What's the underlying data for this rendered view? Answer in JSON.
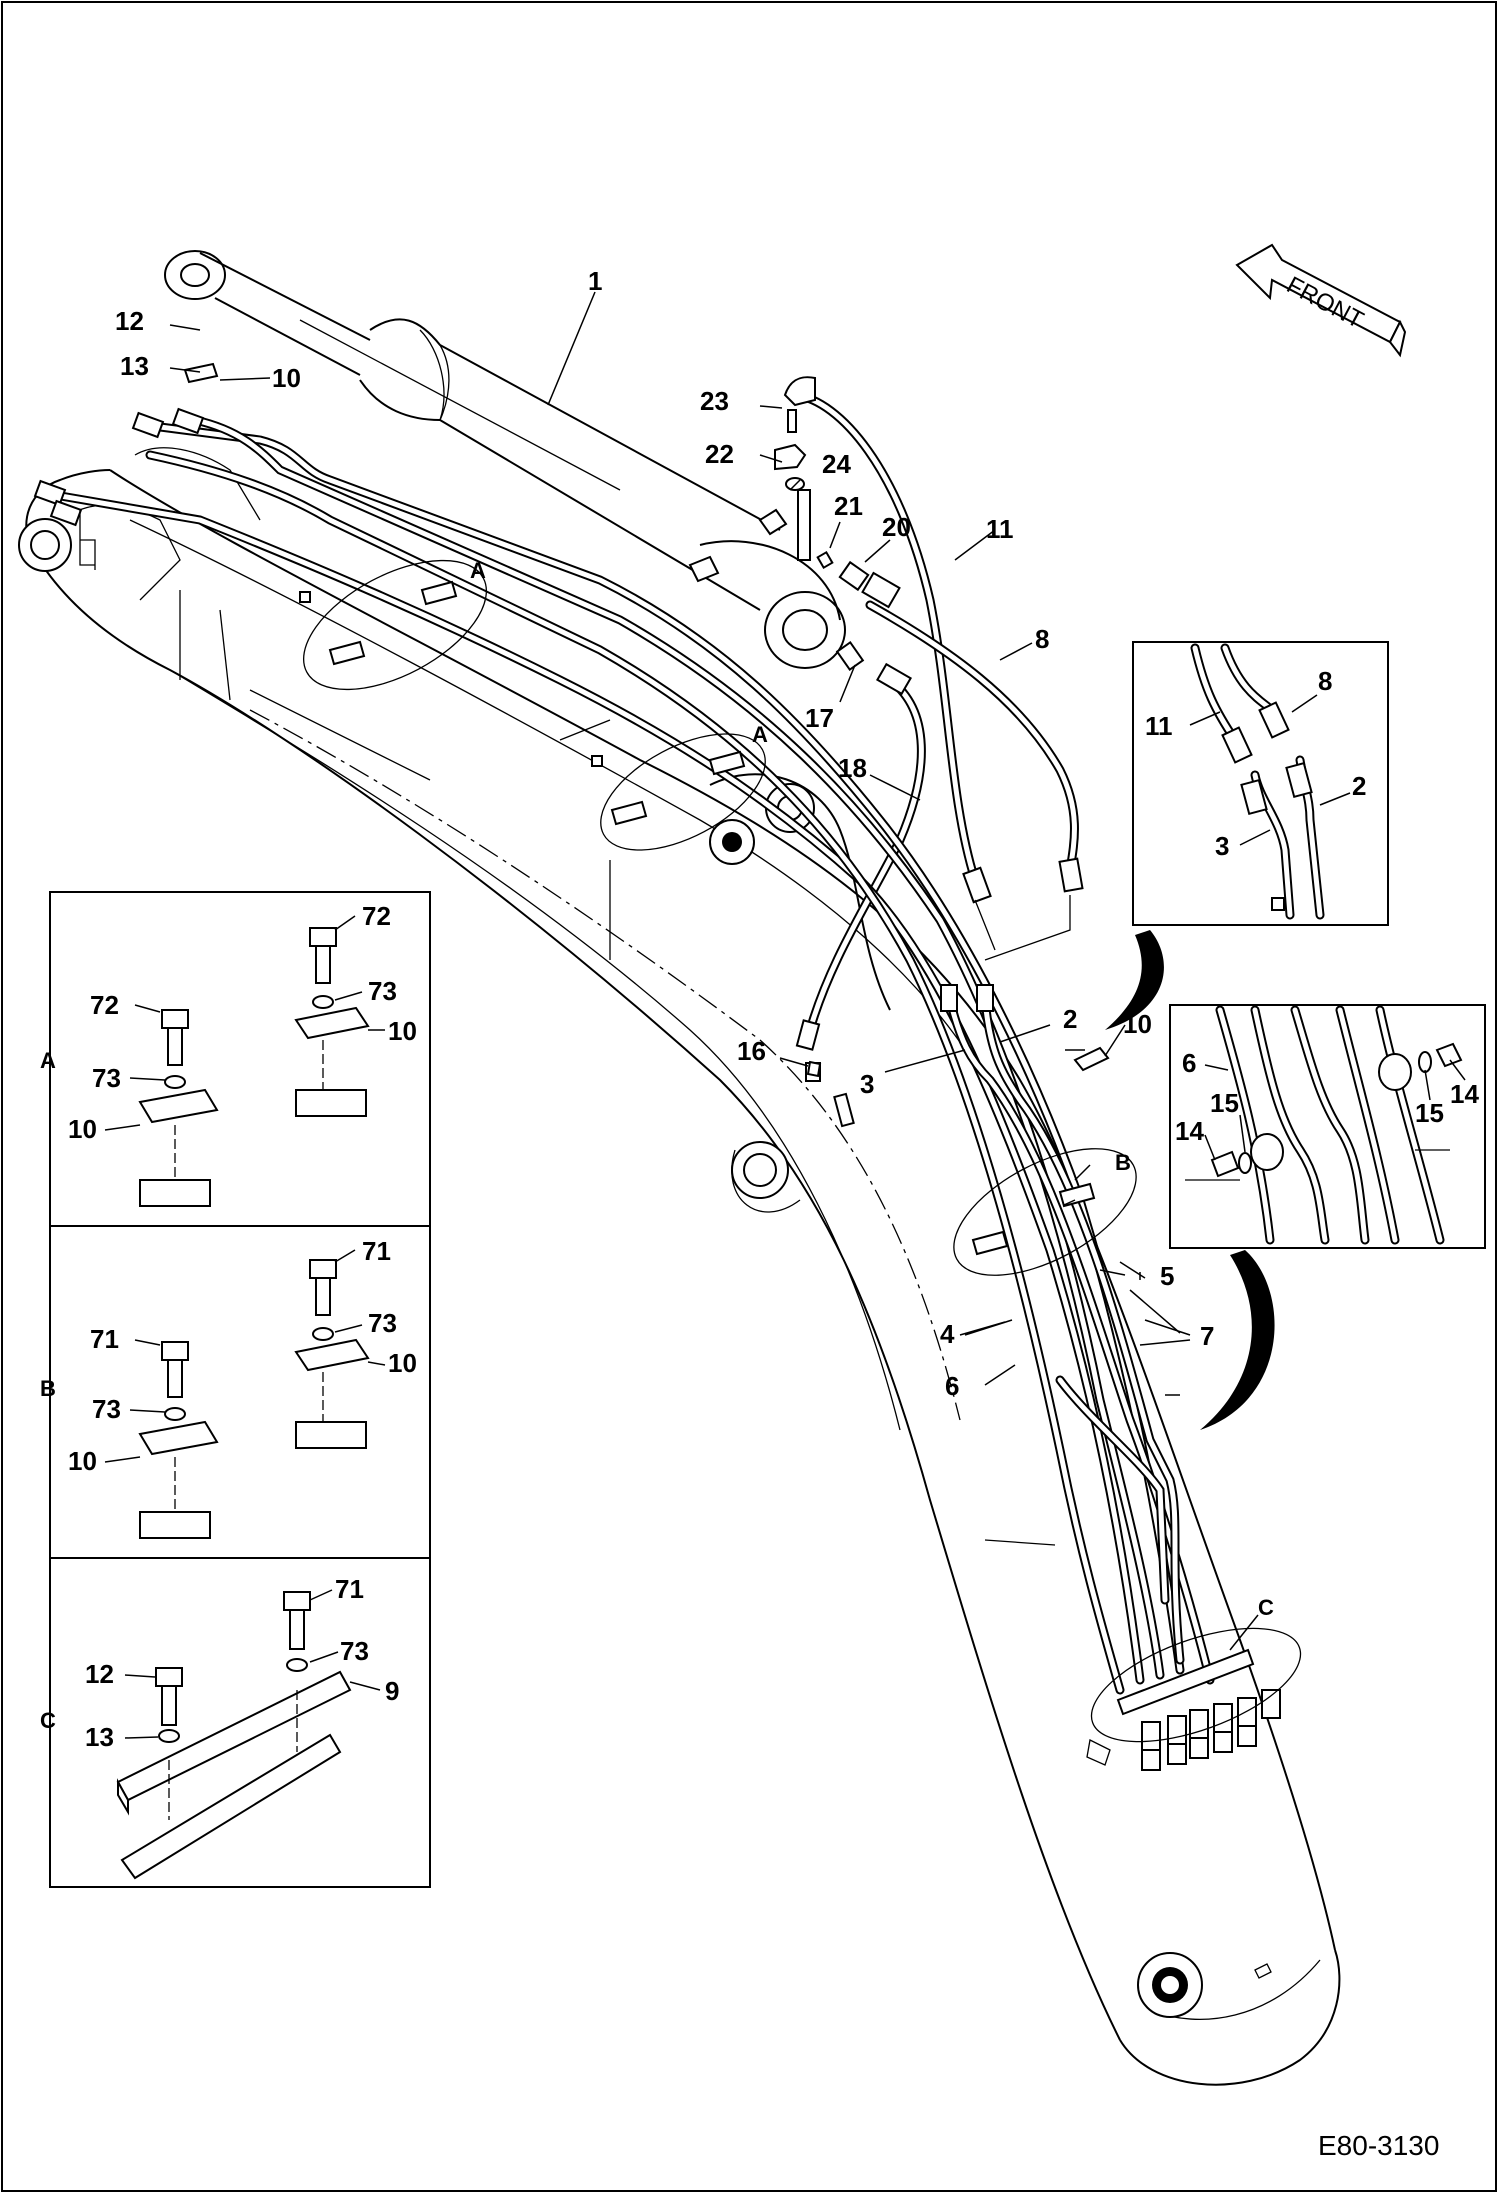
{
  "labels": {
    "c1": "1",
    "c2": "2",
    "c3": "3",
    "c4": "4",
    "c5": "5",
    "c6": "6",
    "c7": "7",
    "c8": "8",
    "c10": "10",
    "c11": "11",
    "c12": "12",
    "c13": "13",
    "c16": "16",
    "c17": "17",
    "c18": "18",
    "c20": "20",
    "c21": "21",
    "c22": "22",
    "c23": "23",
    "c24": "24",
    "sec_a1": "A",
    "sec_a2": "A",
    "sec_b": "B",
    "sec_c": "C"
  },
  "front_arrow": {
    "text": "FRONT"
  },
  "detail_top": {
    "l11": "11",
    "l8": "8",
    "l2": "2",
    "l3": "3"
  },
  "detail_right": {
    "l6": "6",
    "l15a": "15",
    "l14a": "14",
    "l15b": "15",
    "l14b": "14"
  },
  "panel_a": {
    "section": "A",
    "l72a": "72",
    "l73a": "73",
    "l10a": "10",
    "l72b": "72",
    "l73b": "73",
    "l10b": "10"
  },
  "panel_b": {
    "section": "B",
    "l71a": "71",
    "l73a": "73",
    "l10a": "10",
    "l71b": "71",
    "l73b": "73",
    "l10b": "10"
  },
  "panel_c": {
    "section": "C",
    "l71": "71",
    "l73": "73",
    "l9": "9",
    "l12": "12",
    "l13": "13"
  },
  "drawing_number": "E80-3130"
}
